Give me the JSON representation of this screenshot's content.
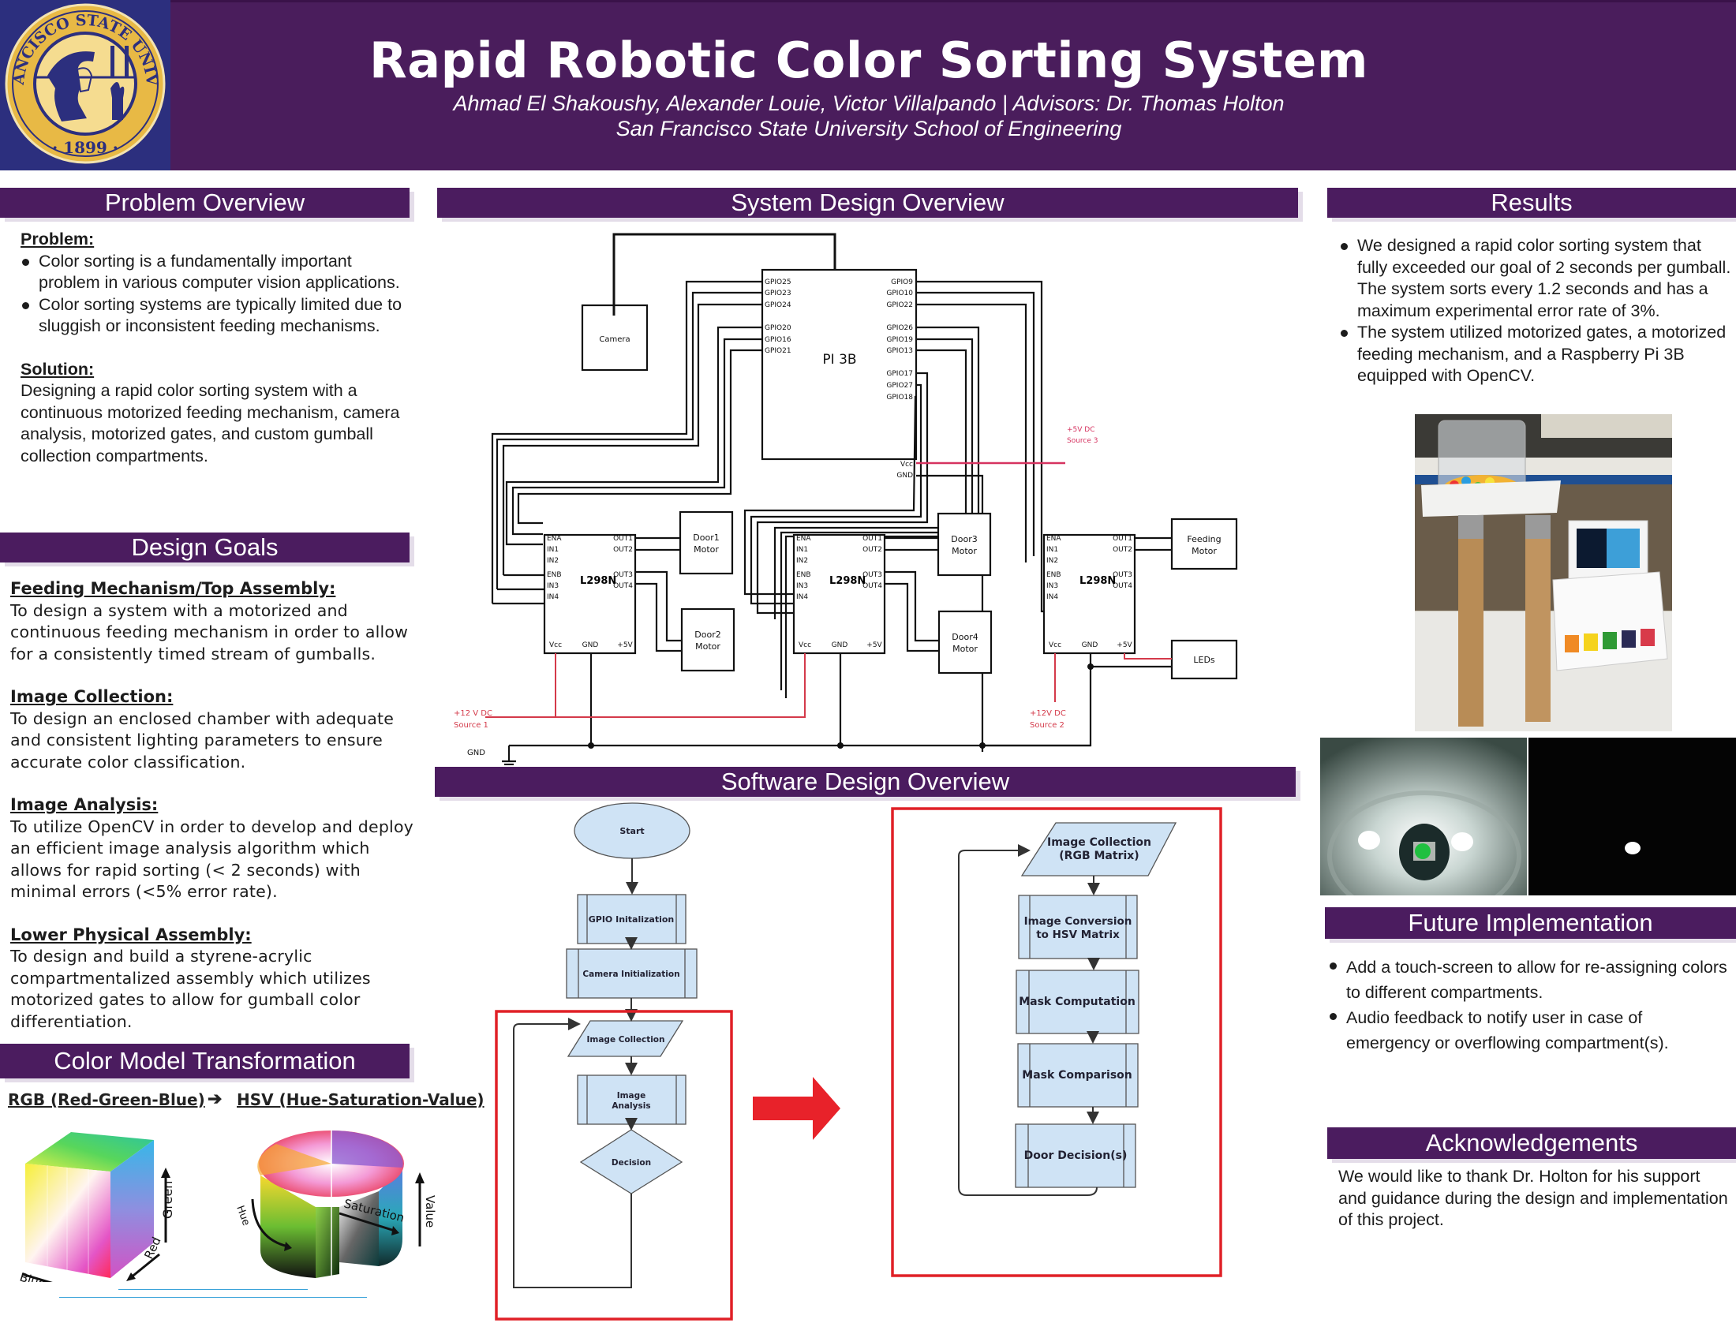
{
  "header": {
    "title": "Rapid Robotic Color Sorting System",
    "authors": "Ahmad El Shakoushy, Alexander Louie, Victor Villalpando | Advisors: Dr. Thomas Holton",
    "school": "San Francisco State University School of Engineering",
    "logo": {
      "top_text": "SAN FRANCISCO STATE UNIVERSITY",
      "year": "· 1899 ·"
    }
  },
  "colors": {
    "header_purple": "#4a1d5c",
    "logo_blue": "#2c2f7e",
    "logo_gold": "#e8b945",
    "flow_box": "#cfe3f5",
    "highlight_red": "#e02027",
    "power_red": "#d43a4a"
  },
  "problem_overview": {
    "title": "Problem Overview",
    "problem_heading": "Problem:",
    "problem_bullets": [
      "Color sorting is a fundamentally important problem in various computer vision applications.",
      "Color sorting systems are typically limited due to sluggish or inconsistent feeding mechanisms."
    ],
    "solution_heading": "Solution:",
    "solution_text": "Designing a rapid color sorting system with a continuous motorized feeding mechanism, camera analysis, motorized gates, and custom gumball collection compartments."
  },
  "design_goals": {
    "title": "Design Goals",
    "items": [
      {
        "heading": "Feeding Mechanism/Top Assembly:",
        "text": "To design a system with a motorized and continuous feeding mechanism in order to allow for a consistently timed stream of gumballs."
      },
      {
        "heading": "Image Collection:",
        "text": "To design an enclosed chamber with adequate and consistent lighting parameters to ensure accurate color classification."
      },
      {
        "heading": "Image Analysis:",
        "text": "To utilize OpenCV in order to develop and deploy an efficient image analysis algorithm which allows for rapid sorting (< 2 seconds) with minimal errors (<5% error rate)."
      },
      {
        "heading": "Lower Physical Assembly:",
        "text": "To design and build a styrene-acrylic compartmentalized assembly which utilizes motorized gates to allow for gumball color differentiation."
      }
    ]
  },
  "color_model": {
    "title": "Color Model Transformation",
    "rgb_label": "RGB (Red-Green-Blue)",
    "arrow": "➔",
    "hsv_label": "HSV (Hue-Saturation-Value)",
    "rgb_axes": [
      "Blue",
      "Red",
      "Green"
    ],
    "hsv_axes": [
      "Hue",
      "Saturation",
      "Value"
    ]
  },
  "system_design": {
    "title": "System Design Overview",
    "pi_label": "PI 3B",
    "camera_label": "Camera",
    "pi_left_pins": [
      "GPIO25",
      "GPIO23",
      "GPIO24",
      "GPIO20",
      "GPIO16",
      "GPIO21"
    ],
    "pi_right_pins": [
      "GPIO9",
      "GPIO10",
      "GPIO22",
      "GPIO26",
      "GPIO19",
      "GPIO13",
      "GPIO17",
      "GPIO27",
      "GPIO18",
      "Vcc",
      "GND"
    ],
    "driver_label": "L298N",
    "driver_left_pins": [
      "ENA",
      "IN1",
      "IN2",
      "ENB",
      "IN3",
      "IN4"
    ],
    "driver_right_pins": [
      "OUT1",
      "OUT2",
      "OUT3",
      "OUT4"
    ],
    "driver_bottom_pins": [
      "Vcc",
      "GND",
      "+5V"
    ],
    "motors": [
      "Door1 Motor",
      "Door2 Motor",
      "Door3 Motor",
      "Door4 Motor",
      "Feeding Motor"
    ],
    "leds_label": "LEDs",
    "power": {
      "source1": [
        "+12 V DC",
        "Source 1"
      ],
      "source2": [
        "+12V DC",
        "Source 2"
      ],
      "source3": [
        "+5V DC",
        "Source 3"
      ],
      "gnd": "GND"
    }
  },
  "software_design": {
    "title": "Software Design Overview",
    "main_flow": [
      "Start",
      "GPIO Initalization",
      "Camera Initialization",
      "Image Collection",
      "Image Analysis",
      "Decision"
    ],
    "detail_flow": [
      "Image Collection (RGB Matrix)",
      "Image Conversion to HSV Matrix",
      "Mask Computation",
      "Mask Comparison",
      "Door Decision(s)"
    ]
  },
  "results": {
    "title": "Results",
    "bullets": [
      "We designed a rapid color sorting system that fully exceeded our goal of 2 seconds per gumball. The system sorts every 1.2 seconds and has a maximum experimental error rate of 3%.",
      "The system utilized motorized gates, a motorized feeding mechanism, and a Raspberry Pi 3B equipped with OpenCV."
    ]
  },
  "future": {
    "title": "Future Implementation",
    "bullets": [
      "Add a touch-screen to allow for re-assigning colors to different compartments.",
      "Audio feedback to notify user in case of emergency or overflowing compartment(s)."
    ]
  },
  "acknowledgements": {
    "title": "Acknowledgements",
    "text": "We would like to thank Dr. Holton for his support and guidance during the design and implementation of this project."
  }
}
